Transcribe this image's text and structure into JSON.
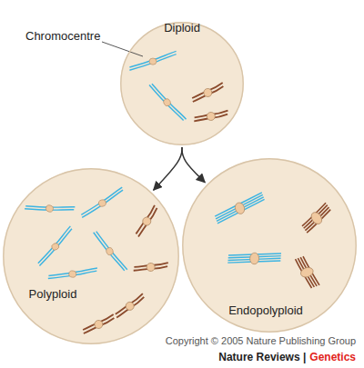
{
  "diagram": {
    "nodes": [
      {
        "text": [
          "Diploid"
        ]
      },
      {
        "text": [
          "Polyploid"
        ]
      },
      {
        "text": [
          "Endopolyploid"
        ]
      }
    ],
    "edges": [
      {
        "from": 0,
        "to": 1,
        "arrow": "to"
      },
      {
        "from": 0,
        "to": 2,
        "arrow": "to"
      }
    ],
    "labels": [
      "Chromocentre",
      "Copyright © 2005 Nature Publishing Group",
      "Nature Reviews |",
      "Genetics"
    ]
  }
}
